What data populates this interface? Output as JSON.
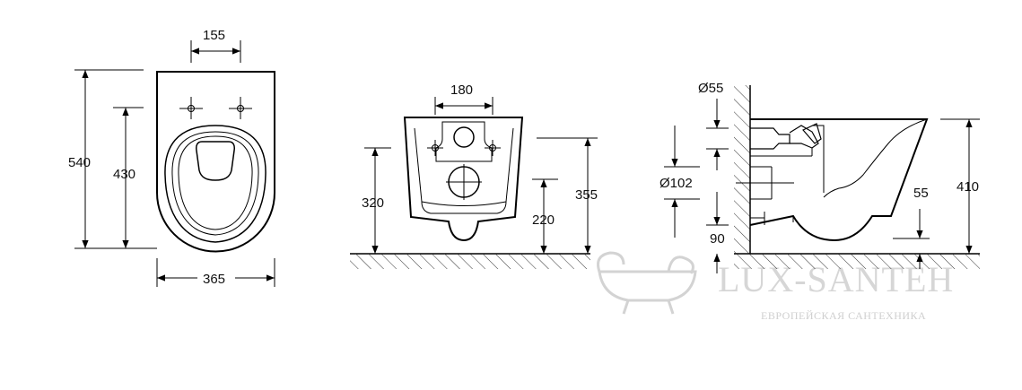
{
  "drawing": {
    "top_view": {
      "seat_hole_spacing": "155",
      "length": "540",
      "hole_to_front": "430",
      "width": "365"
    },
    "rear_view": {
      "bolt_spacing": "180",
      "height_320": "320",
      "height_220": "220",
      "height_355": "355"
    },
    "side_view": {
      "diam_small": "Ø55",
      "diam_large": "Ø102",
      "height_90": "90",
      "height_55": "55",
      "height_410": "410"
    }
  },
  "watermark": {
    "brand": "LUX-SANTEH",
    "tagline": "ЕВРОПЕЙСКАЯ САНТЕХНИКА"
  }
}
